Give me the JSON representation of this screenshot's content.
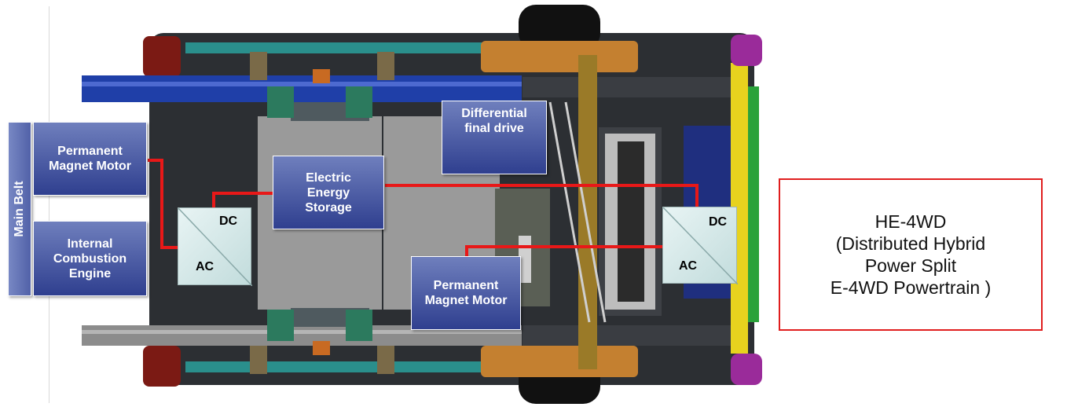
{
  "labels": {
    "main_belt": "Main Belt",
    "pm_motor_left": "Permanent Magnet Motor",
    "ice": "Internal Combustion Engine",
    "energy_storage": "Electric Energy Storage",
    "differential": "Differential final drive",
    "pm_motor_center": "Permanent Magnet Motor",
    "dc": "DC",
    "ac": "AC"
  },
  "title_lines": [
    "HE-4WD",
    "(Distributed Hybrid",
    "Power Split",
    "E-4WD Powertrain )"
  ],
  "colors": {
    "block_fill": "#3f4f9f",
    "power_line": "#e81818",
    "title_border": "#e01e1e",
    "converter_fill": "#d4e8e8"
  }
}
